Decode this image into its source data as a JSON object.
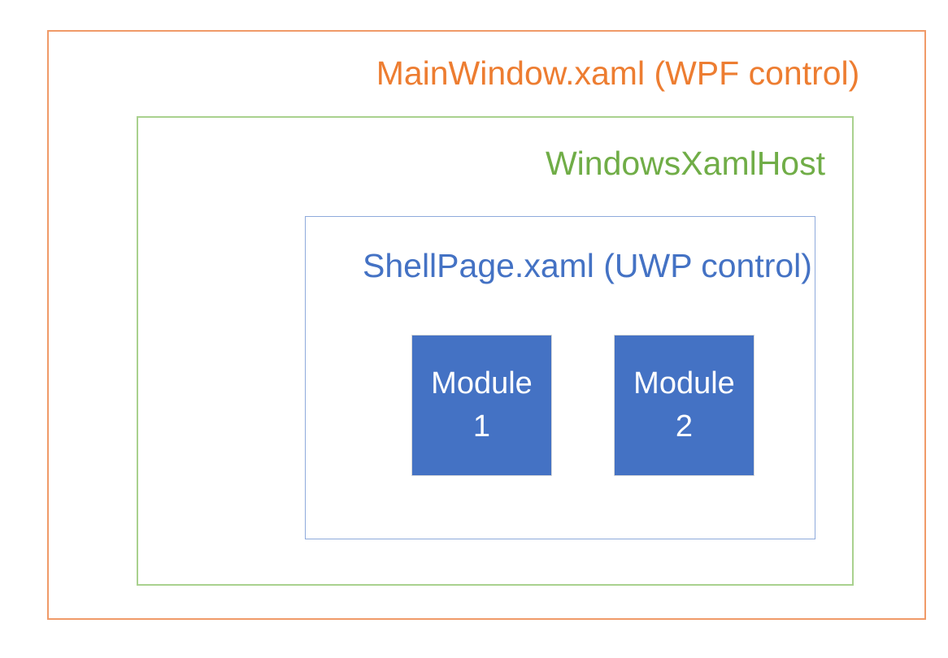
{
  "diagram": {
    "main_window": {
      "label": "MainWindow.xaml (WPF control)",
      "text_color": "#ED7D31",
      "border_color": "#F09A68"
    },
    "xaml_host": {
      "label": "WindowsXamlHost",
      "text_color": "#70AD47",
      "border_color": "#A9D18E"
    },
    "shell_page": {
      "label": "ShellPage.xaml (UWP control)",
      "text_color": "#4472C4",
      "border_color": "#8EAADB"
    },
    "modules": [
      {
        "line1": "Module",
        "line2": "1",
        "fill_color": "#4472C4",
        "text_color": "#FFFFFF",
        "border_color": "#D9D9D9"
      },
      {
        "line1": "Module",
        "line2": "2",
        "fill_color": "#4472C4",
        "text_color": "#FFFFFF",
        "border_color": "#D9D9D9"
      }
    ]
  }
}
